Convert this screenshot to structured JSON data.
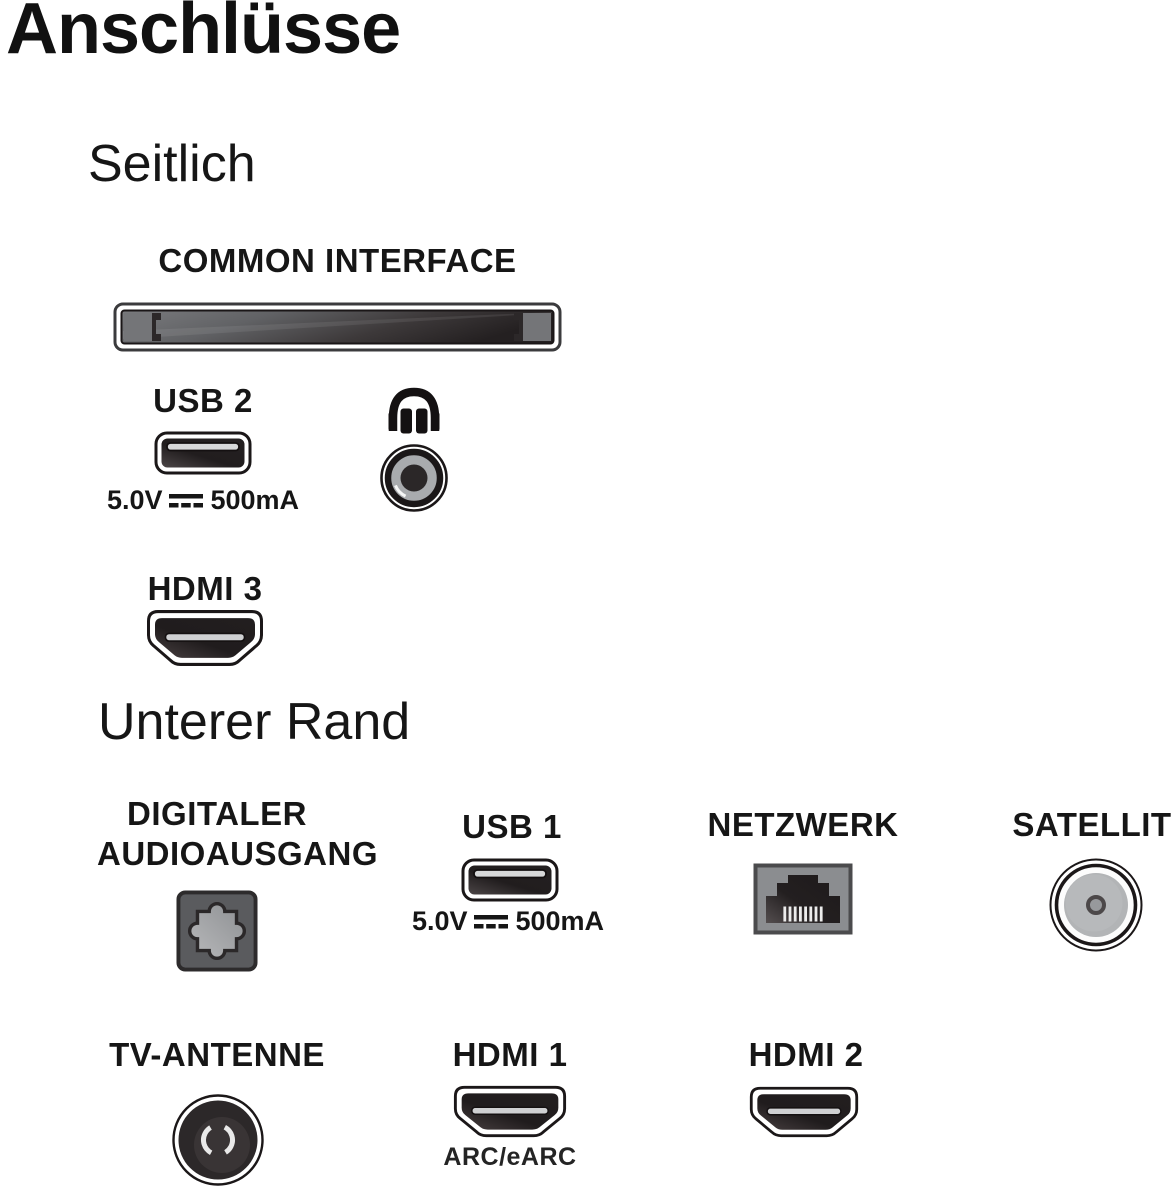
{
  "title": "Anschlüsse",
  "sections": {
    "side": {
      "heading": "Seitlich"
    },
    "bottom": {
      "heading": "Unterer Rand"
    }
  },
  "ports": {
    "common_interface": {
      "label": "COMMON INTERFACE",
      "icon": "ci-slot-icon"
    },
    "usb2": {
      "label": "USB 2",
      "volts": "5.0V",
      "amps": "500mA",
      "icon": "usb-port-icon",
      "spec_symbol": "dc-symbol-icon"
    },
    "headphone": {
      "icons": [
        "headphones-icon",
        "audio-jack-icon"
      ]
    },
    "hdmi3": {
      "label": "HDMI 3",
      "icon": "hdmi-port-icon"
    },
    "digital_audio_out": {
      "label_line1": "DIGITALER",
      "label_line2": "AUDIOAUSGANG",
      "icon": "optical-audio-port-icon"
    },
    "usb1": {
      "label": "USB 1",
      "volts": "5.0V",
      "amps": "500mA",
      "icon": "usb-port-icon",
      "spec_symbol": "dc-symbol-icon"
    },
    "network": {
      "label": "NETZWERK",
      "icon": "ethernet-port-icon"
    },
    "satellite": {
      "label": "SATELLIT",
      "icon": "coax-f-connector-icon"
    },
    "tv_antenna": {
      "label": "TV-ANTENNE",
      "icon": "antenna-connector-icon"
    },
    "hdmi1": {
      "label": "HDMI 1",
      "sublabel": "ARC/eARC",
      "icon": "hdmi-port-icon"
    },
    "hdmi2": {
      "label": "HDMI 2",
      "icon": "hdmi-port-icon"
    }
  },
  "colors": {
    "text": "#161616",
    "port_dark": "#231f20",
    "port_mid_gray": "#8b8d90",
    "port_light_gray": "#b2b4b6",
    "background": "#ffffff"
  }
}
